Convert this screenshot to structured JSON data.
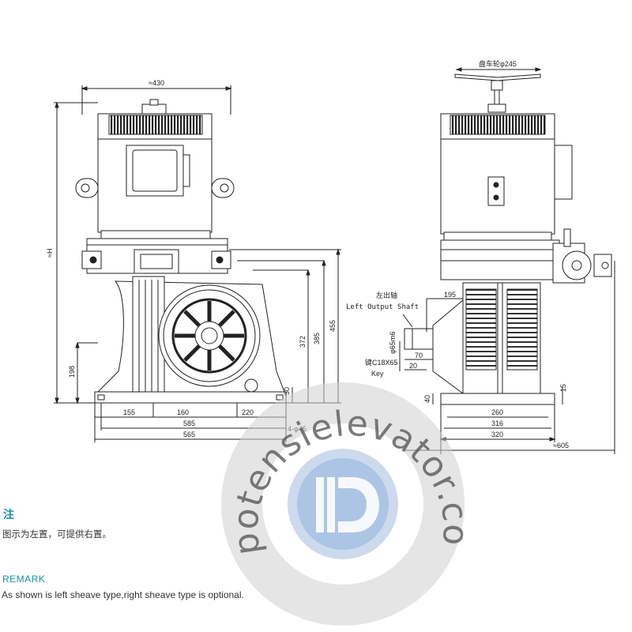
{
  "dimensions": {
    "width_430": "≈430",
    "height_H": "≈H",
    "d155": "155",
    "d160": "160",
    "d220": "220",
    "d585": "585",
    "d565": "565",
    "d198": "198",
    "d372": "372",
    "d385": "385",
    "d455": "455",
    "d30": "30",
    "hole_dia": "4-φ45",
    "handwheel": "盘车轮φ245",
    "d195": "195",
    "left_shaft_cn": "左出轴",
    "left_shaft_en": "Left Output Shaft",
    "shaft_dia": "φ65m6",
    "key_cn": "键C18X65",
    "key_en": "Key",
    "d70": "70",
    "d20": "20",
    "d40": "40",
    "d15": "15",
    "d260": "260",
    "d316": "316",
    "d320": "320",
    "width_605": "≈605"
  },
  "watermark": {
    "text": "potensielevator.com",
    "logo_fill": "#9fb9dc",
    "ring_color": "#c9c9c9"
  },
  "note": {
    "title": "注",
    "text": "图示为左置，可提供右置。"
  },
  "remark": {
    "title": "REMARK",
    "text": "As shown is left sheave type,right sheave type is optional."
  },
  "colors": {
    "accent": "#1a8fa8",
    "line": "#222222"
  }
}
